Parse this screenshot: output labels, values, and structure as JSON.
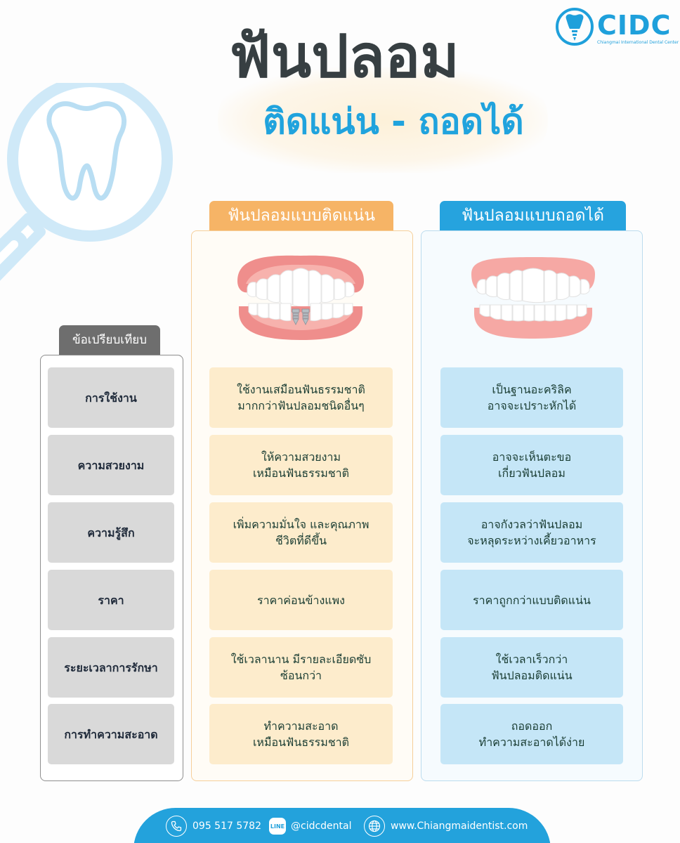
{
  "brand": {
    "name": "CIDC",
    "tagline": "Chiangmai International Dental Center",
    "color": "#1fa0db",
    "icon": "tooth-implant-logo-icon"
  },
  "title": {
    "main": "ฟันปลอม",
    "sub": "ติดแน่น - ถอดได้"
  },
  "columns": {
    "criteria": "ข้อเปรียบเทียบ",
    "fixed": "ฟันปลอมแบบติดแน่น",
    "removable": "ฟันปลอมแบบถอดได้"
  },
  "rows": [
    {
      "criterion": "การใช้งาน",
      "fixed": "ใช้งานเสมือนฟันธรรมชาติ\nมากกว่าฟันปลอมชนิดอื่นๆ",
      "removable": "เป็นฐานอะคริลิค\nอาจจะเปราะหักได้"
    },
    {
      "criterion": "ความสวยงาม",
      "fixed": "ให้ความสวยงาม\nเหมือนฟันธรรมชาติ",
      "removable": "อาจจะเห็นตะขอ\nเกี่ยวฟันปลอม"
    },
    {
      "criterion": "ความรู้สึก",
      "fixed": "เพิ่มความมั่นใจ และคุณภาพ\nชีวิตที่ดีขึ้น",
      "removable": "อาจกังวลว่าฟันปลอม\nจะหลุดระหว่างเคี้ยวอาหาร"
    },
    {
      "criterion": "ราคา",
      "fixed": "ราคาค่อนข้างแพง",
      "removable": "ราคาถูกกว่าแบบติดแน่น"
    },
    {
      "criterion": "ระยะเวลาการรักษา",
      "fixed": "ใช้เวลานาน มีรายละเอียดซับ\nซ้อนกว่า",
      "removable": "ใช้เวลาเร็วกว่า\nฟันปลอมติดแน่น"
    },
    {
      "criterion": "การทำความสะอาด",
      "fixed": "ทำความสะอาด\nเหมือนฟันธรรมชาติ",
      "removable": "ถอดออก\nทำความสะอาดได้ง่าย"
    }
  ],
  "footer": {
    "phone": "095 517 5782",
    "line_badge": "LINE",
    "line": "@cidcdental",
    "website": "www.Chiangmaidentist.com",
    "icons": [
      "phone-icon",
      "line-icon",
      "globe-icon"
    ]
  },
  "colors": {
    "fixed_accent": "#f6b466",
    "removable_accent": "#26a3de",
    "criteria_accent": "#6e6e6e"
  }
}
